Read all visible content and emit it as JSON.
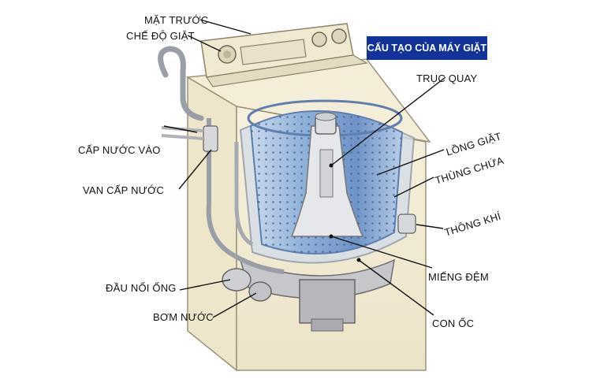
{
  "title": "CẤU TẠO CỦA MÁY GIẶT",
  "labels": {
    "front_panel": "MẶT TRƯỚC",
    "wash_mode": "CHẾ ĐỘ GIẶT",
    "water_inlet": "CẤP NƯỚC VÀO",
    "inlet_valve": "VAN CẤP NƯỚC",
    "hose_connector": "ĐẦU NỐI ỐNG",
    "water_pump": "BƠM NƯỚC",
    "shaft": "TRỤC QUAY",
    "inner_drum": "LỒNG GIẶT",
    "outer_tub": "THÙNG CHỨA",
    "vent": "THÔNG KHÍ",
    "seal": "MIẾNG ĐỆM",
    "nut": "CON ỐC"
  },
  "colors": {
    "title_bg": "#12349a",
    "cabinet": "#f3edd6",
    "cabinet_stroke": "#9c9278",
    "drum": "#8fb0d8"
  }
}
